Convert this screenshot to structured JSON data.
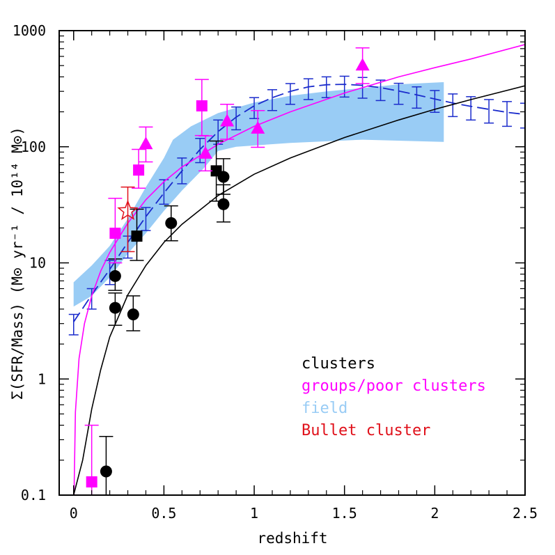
{
  "chart_data": {
    "type": "scatter",
    "xlabel": "redshift",
    "ylabel": "Σ(SFR/Mass)  (M⊙ yr⁻¹  /  10¹⁴ M⊙)",
    "xlim": [
      -0.08,
      2.5
    ],
    "ylim": [
      0.1,
      1000
    ],
    "yscale": "log",
    "grid": false,
    "x_ticks": [
      "0",
      "0.5",
      "1",
      "1.5",
      "2",
      "2.5"
    ],
    "y_ticks": [
      "0.1",
      "1",
      "10",
      "100",
      "1000"
    ],
    "colors": {
      "clusters": "#000000",
      "groups": "#ff00ff",
      "field": "#99ccf5",
      "field_line": "#1a2bcc",
      "bullet": "#e0101a"
    },
    "legend": {
      "placement": "lower-right",
      "entries": [
        {
          "label": "clusters",
          "color": "#000000"
        },
        {
          "label": "groups/poor clusters",
          "color": "#ff00ff"
        },
        {
          "label": "field",
          "color": "#99ccf5"
        },
        {
          "label": "Bullet cluster",
          "color": "#e0101a"
        }
      ]
    },
    "series": [
      {
        "kind": "points",
        "marker": "circle",
        "color": "#000000",
        "points": [
          {
            "x": 0.18,
            "y": 0.16,
            "ylo": 0.1,
            "yhi": 0.32
          },
          {
            "x": 0.23,
            "y": 7.7,
            "ylo": 5.8,
            "yhi": 10.8
          },
          {
            "x": 0.23,
            "y": 4.1,
            "ylo": 2.9,
            "yhi": 5.5
          },
          {
            "x": 0.33,
            "y": 3.6,
            "ylo": 2.6,
            "yhi": 5.2
          },
          {
            "x": 0.54,
            "y": 22,
            "ylo": 15.5,
            "yhi": 31
          },
          {
            "x": 0.83,
            "y": 55,
            "ylo": 39,
            "yhi": 79
          },
          {
            "x": 0.83,
            "y": 32,
            "ylo": 22.5,
            "yhi": 47
          }
        ]
      },
      {
        "kind": "points",
        "marker": "square",
        "color": "#000000",
        "points": [
          {
            "x": 0.35,
            "y": 17,
            "ylo": 10.5,
            "yhi": 29
          },
          {
            "x": 0.79,
            "y": 62,
            "ylo": 34,
            "yhi": 112
          }
        ]
      },
      {
        "kind": "points",
        "marker": "square",
        "color": "#ff00ff",
        "points": [
          {
            "x": 0.1,
            "y": 0.13,
            "ylo": 0.1,
            "yhi": 0.4
          },
          {
            "x": 0.23,
            "y": 18,
            "ylo": 10,
            "yhi": 36
          },
          {
            "x": 0.36,
            "y": 63,
            "ylo": 44,
            "yhi": 95
          },
          {
            "x": 0.71,
            "y": 225,
            "ylo": 125,
            "yhi": 380
          }
        ]
      },
      {
        "kind": "points",
        "marker": "triangle",
        "color": "#ff00ff",
        "points": [
          {
            "x": 0.4,
            "y": 105,
            "ylo": 74,
            "yhi": 148
          },
          {
            "x": 0.73,
            "y": 87,
            "ylo": 62,
            "yhi": 124
          },
          {
            "x": 0.85,
            "y": 165,
            "ylo": 116,
            "yhi": 232
          },
          {
            "x": 1.02,
            "y": 143,
            "ylo": 99,
            "yhi": 205
          },
          {
            "x": 1.6,
            "y": 500,
            "ylo": 350,
            "yhi": 710
          }
        ]
      },
      {
        "kind": "points",
        "marker": "star",
        "color": "#e0101a",
        "points": [
          {
            "x": 0.3,
            "y": 28,
            "ylo": 12.5,
            "yhi": 45
          }
        ]
      },
      {
        "kind": "band",
        "color": "#99ccf5",
        "upper": [
          [
            0.0,
            6.8
          ],
          [
            0.1,
            9.5
          ],
          [
            0.2,
            14
          ],
          [
            0.3,
            24
          ],
          [
            0.4,
            45
          ],
          [
            0.5,
            80
          ],
          [
            0.55,
            115
          ],
          [
            0.65,
            150
          ],
          [
            0.8,
            195
          ],
          [
            1.0,
            240
          ],
          [
            1.2,
            275
          ],
          [
            1.4,
            300
          ],
          [
            1.6,
            320
          ],
          [
            1.8,
            345
          ],
          [
            2.05,
            360
          ]
        ],
        "lower": [
          [
            2.05,
            110
          ],
          [
            1.6,
            115
          ],
          [
            1.2,
            108
          ],
          [
            0.9,
            100
          ],
          [
            0.8,
            92
          ],
          [
            0.72,
            65
          ],
          [
            0.6,
            42
          ],
          [
            0.5,
            28
          ],
          [
            0.4,
            18
          ],
          [
            0.3,
            12
          ],
          [
            0.2,
            7.5
          ],
          [
            0.1,
            5.2
          ],
          [
            0.0,
            4.2
          ]
        ]
      },
      {
        "kind": "line",
        "style": "long-dash",
        "color": "#1a2bcc",
        "points": [
          [
            0.0,
            3.1
          ],
          [
            0.1,
            5.3
          ],
          [
            0.2,
            8.8
          ],
          [
            0.3,
            15
          ],
          [
            0.4,
            25
          ],
          [
            0.5,
            40
          ],
          [
            0.6,
            62
          ],
          [
            0.7,
            95
          ],
          [
            0.8,
            135
          ],
          [
            0.9,
            180
          ],
          [
            1.0,
            225
          ],
          [
            1.1,
            265
          ],
          [
            1.2,
            300
          ],
          [
            1.3,
            328
          ],
          [
            1.4,
            342
          ],
          [
            1.5,
            345
          ],
          [
            1.6,
            338
          ],
          [
            1.7,
            323
          ],
          [
            1.8,
            302
          ],
          [
            1.9,
            280
          ],
          [
            2.0,
            258
          ],
          [
            2.1,
            238
          ],
          [
            2.2,
            223
          ],
          [
            2.3,
            210
          ],
          [
            2.4,
            198
          ],
          [
            2.5,
            190
          ]
        ]
      },
      {
        "kind": "errorbars",
        "color": "#1a2bcc",
        "points": [
          {
            "x": 0.0,
            "ylo": 2.4,
            "yhi": 3.6
          },
          {
            "x": 0.1,
            "ylo": 4.0,
            "yhi": 6.0
          },
          {
            "x": 0.2,
            "ylo": 6.5,
            "yhi": 10.5
          },
          {
            "x": 0.3,
            "ylo": 11,
            "yhi": 17
          },
          {
            "x": 0.4,
            "ylo": 19,
            "yhi": 30
          },
          {
            "x": 0.5,
            "ylo": 32,
            "yhi": 52
          },
          {
            "x": 0.6,
            "ylo": 48,
            "yhi": 80
          },
          {
            "x": 0.7,
            "ylo": 73,
            "yhi": 118
          },
          {
            "x": 0.8,
            "ylo": 105,
            "yhi": 170
          },
          {
            "x": 0.9,
            "ylo": 140,
            "yhi": 220
          },
          {
            "x": 1.0,
            "ylo": 175,
            "yhi": 265
          },
          {
            "x": 1.1,
            "ylo": 205,
            "yhi": 310
          },
          {
            "x": 1.2,
            "ylo": 232,
            "yhi": 350
          },
          {
            "x": 1.3,
            "ylo": 255,
            "yhi": 385
          },
          {
            "x": 1.4,
            "ylo": 265,
            "yhi": 400
          },
          {
            "x": 1.5,
            "ylo": 268,
            "yhi": 405
          },
          {
            "x": 1.6,
            "ylo": 262,
            "yhi": 395
          },
          {
            "x": 1.7,
            "ylo": 250,
            "yhi": 375
          },
          {
            "x": 1.8,
            "ylo": 232,
            "yhi": 352
          },
          {
            "x": 1.9,
            "ylo": 215,
            "yhi": 328
          },
          {
            "x": 2.0,
            "ylo": 198,
            "yhi": 305
          },
          {
            "x": 2.1,
            "ylo": 182,
            "yhi": 285
          },
          {
            "x": 2.2,
            "ylo": 170,
            "yhi": 270
          },
          {
            "x": 2.3,
            "ylo": 160,
            "yhi": 255
          },
          {
            "x": 2.4,
            "ylo": 150,
            "yhi": 245
          },
          {
            "x": 2.5,
            "ylo": 145,
            "yhi": 237
          }
        ]
      },
      {
        "kind": "line",
        "style": "solid",
        "color": "#ff00ff",
        "points": [
          [
            0.002,
            0.1
          ],
          [
            0.01,
            0.52
          ],
          [
            0.03,
            1.5
          ],
          [
            0.06,
            3.0
          ],
          [
            0.1,
            5.2
          ],
          [
            0.15,
            8.5
          ],
          [
            0.2,
            12.3
          ],
          [
            0.3,
            22
          ],
          [
            0.4,
            35
          ],
          [
            0.5,
            50
          ],
          [
            0.6,
            67
          ],
          [
            0.8,
            105
          ],
          [
            1.0,
            150
          ],
          [
            1.2,
            200
          ],
          [
            1.5,
            290
          ],
          [
            1.8,
            400
          ],
          [
            2.0,
            480
          ],
          [
            2.2,
            570
          ],
          [
            2.5,
            760
          ]
        ]
      },
      {
        "kind": "line",
        "style": "solid",
        "color": "#000000",
        "points": [
          [
            0.0,
            0.1
          ],
          [
            0.05,
            0.2
          ],
          [
            0.1,
            0.55
          ],
          [
            0.15,
            1.2
          ],
          [
            0.2,
            2.3
          ],
          [
            0.3,
            5.3
          ],
          [
            0.4,
            9.5
          ],
          [
            0.5,
            15
          ],
          [
            0.6,
            21.5
          ],
          [
            0.8,
            38
          ],
          [
            1.0,
            58
          ],
          [
            1.2,
            80
          ],
          [
            1.5,
            120
          ],
          [
            1.8,
            170
          ],
          [
            2.0,
            210
          ],
          [
            2.2,
            255
          ],
          [
            2.5,
            335
          ]
        ]
      }
    ]
  }
}
